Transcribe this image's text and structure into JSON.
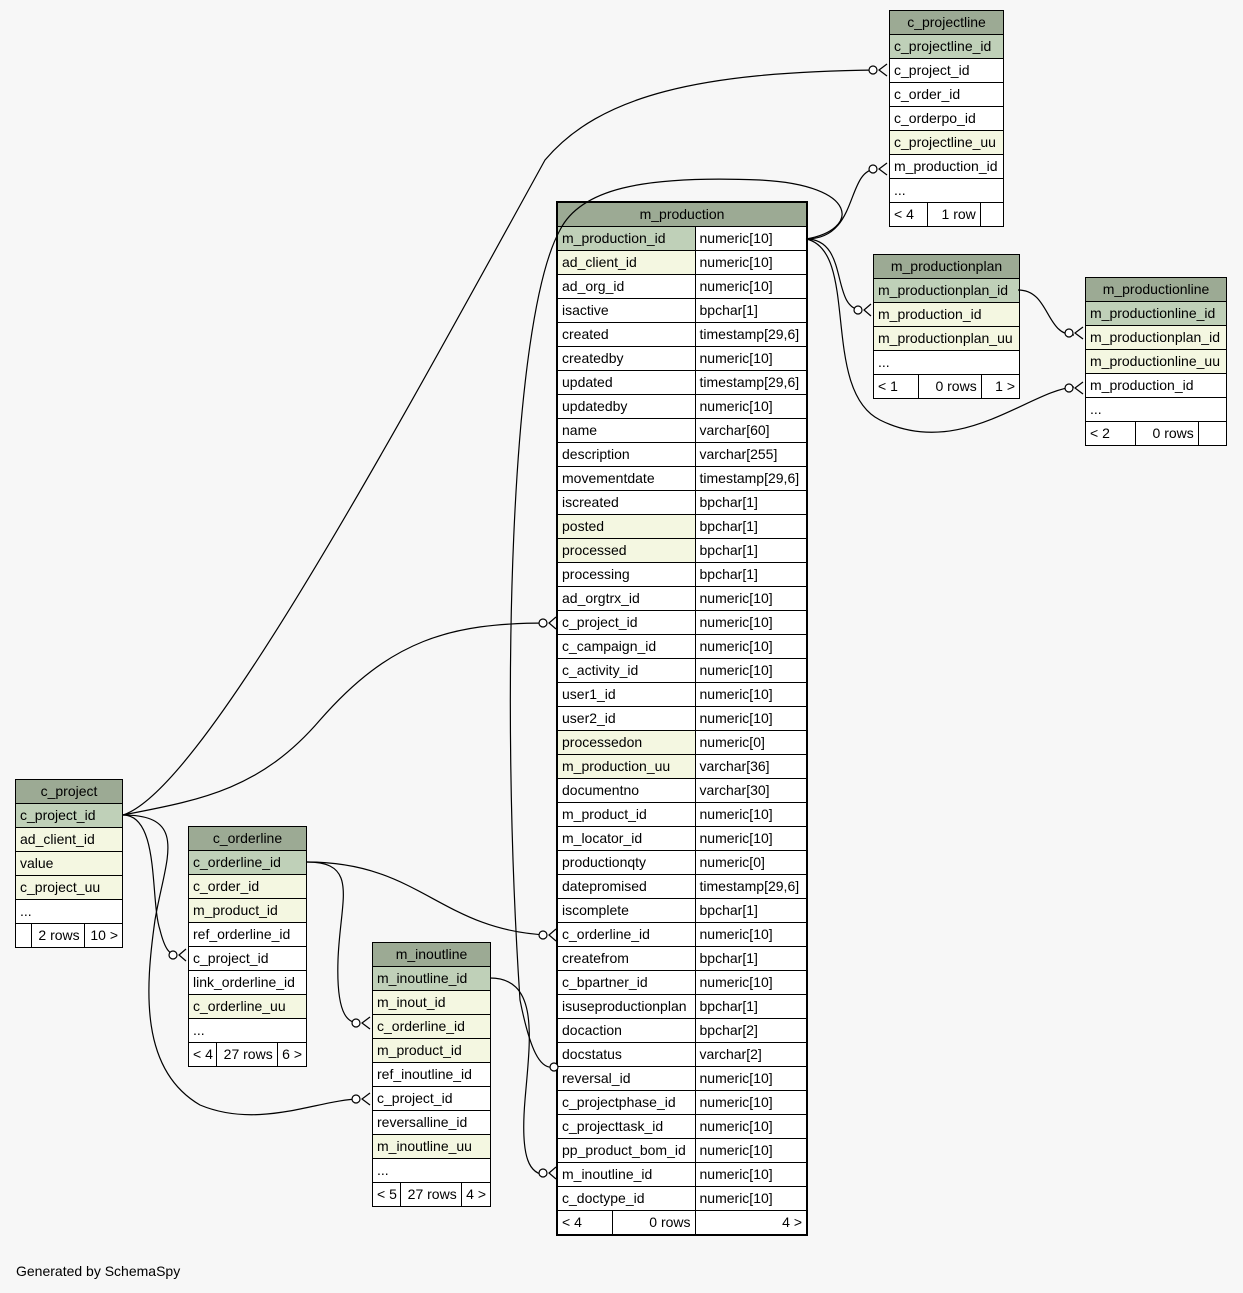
{
  "footer": "Generated by SchemaSpy",
  "tables": {
    "c_projectline": {
      "title": "c_projectline",
      "rows": [
        {
          "name": "c_projectline_id",
          "kind": "pk"
        },
        {
          "name": "c_project_id",
          "kind": "plain"
        },
        {
          "name": "c_order_id",
          "kind": "plain"
        },
        {
          "name": "c_orderpo_id",
          "kind": "plain"
        },
        {
          "name": "c_projectline_uu",
          "kind": "idx"
        },
        {
          "name": "m_production_id",
          "kind": "plain"
        },
        {
          "name": "...",
          "kind": "plain"
        }
      ],
      "footer": [
        "< 4",
        "1 row",
        ""
      ]
    },
    "m_production": {
      "title": "m_production",
      "rows": [
        {
          "name": "m_production_id",
          "type": "numeric[10]",
          "kind": "pk"
        },
        {
          "name": "ad_client_id",
          "type": "numeric[10]",
          "kind": "idx"
        },
        {
          "name": "ad_org_id",
          "type": "numeric[10]",
          "kind": "plain"
        },
        {
          "name": "isactive",
          "type": "bpchar[1]",
          "kind": "plain"
        },
        {
          "name": "created",
          "type": "timestamp[29,6]",
          "kind": "plain"
        },
        {
          "name": "createdby",
          "type": "numeric[10]",
          "kind": "plain"
        },
        {
          "name": "updated",
          "type": "timestamp[29,6]",
          "kind": "plain"
        },
        {
          "name": "updatedby",
          "type": "numeric[10]",
          "kind": "plain"
        },
        {
          "name": "name",
          "type": "varchar[60]",
          "kind": "plain"
        },
        {
          "name": "description",
          "type": "varchar[255]",
          "kind": "plain"
        },
        {
          "name": "movementdate",
          "type": "timestamp[29,6]",
          "kind": "plain"
        },
        {
          "name": "iscreated",
          "type": "bpchar[1]",
          "kind": "plain"
        },
        {
          "name": "posted",
          "type": "bpchar[1]",
          "kind": "idx"
        },
        {
          "name": "processed",
          "type": "bpchar[1]",
          "kind": "idx"
        },
        {
          "name": "processing",
          "type": "bpchar[1]",
          "kind": "plain"
        },
        {
          "name": "ad_orgtrx_id",
          "type": "numeric[10]",
          "kind": "plain"
        },
        {
          "name": "c_project_id",
          "type": "numeric[10]",
          "kind": "plain"
        },
        {
          "name": "c_campaign_id",
          "type": "numeric[10]",
          "kind": "plain"
        },
        {
          "name": "c_activity_id",
          "type": "numeric[10]",
          "kind": "plain"
        },
        {
          "name": "user1_id",
          "type": "numeric[10]",
          "kind": "plain"
        },
        {
          "name": "user2_id",
          "type": "numeric[10]",
          "kind": "plain"
        },
        {
          "name": "processedon",
          "type": "numeric[0]",
          "kind": "idx"
        },
        {
          "name": "m_production_uu",
          "type": "varchar[36]",
          "kind": "idx"
        },
        {
          "name": "documentno",
          "type": "varchar[30]",
          "kind": "plain"
        },
        {
          "name": "m_product_id",
          "type": "numeric[10]",
          "kind": "plain"
        },
        {
          "name": "m_locator_id",
          "type": "numeric[10]",
          "kind": "plain"
        },
        {
          "name": "productionqty",
          "type": "numeric[0]",
          "kind": "plain"
        },
        {
          "name": "datepromised",
          "type": "timestamp[29,6]",
          "kind": "plain"
        },
        {
          "name": "iscomplete",
          "type": "bpchar[1]",
          "kind": "plain"
        },
        {
          "name": "c_orderline_id",
          "type": "numeric[10]",
          "kind": "plain"
        },
        {
          "name": "createfrom",
          "type": "bpchar[1]",
          "kind": "plain"
        },
        {
          "name": "c_bpartner_id",
          "type": "numeric[10]",
          "kind": "plain"
        },
        {
          "name": "isuseproductionplan",
          "type": "bpchar[1]",
          "kind": "plain"
        },
        {
          "name": "docaction",
          "type": "bpchar[2]",
          "kind": "plain"
        },
        {
          "name": "docstatus",
          "type": "varchar[2]",
          "kind": "plain"
        },
        {
          "name": "reversal_id",
          "type": "numeric[10]",
          "kind": "plain"
        },
        {
          "name": "c_projectphase_id",
          "type": "numeric[10]",
          "kind": "plain"
        },
        {
          "name": "c_projecttask_id",
          "type": "numeric[10]",
          "kind": "plain"
        },
        {
          "name": "pp_product_bom_id",
          "type": "numeric[10]",
          "kind": "plain"
        },
        {
          "name": "m_inoutline_id",
          "type": "numeric[10]",
          "kind": "plain"
        },
        {
          "name": "c_doctype_id",
          "type": "numeric[10]",
          "kind": "plain"
        }
      ],
      "footer": [
        "< 4",
        "0 rows",
        "4 >"
      ]
    },
    "m_productionplan": {
      "title": "m_productionplan",
      "rows": [
        {
          "name": "m_productionplan_id",
          "kind": "pk"
        },
        {
          "name": "m_production_id",
          "kind": "idx"
        },
        {
          "name": "m_productionplan_uu",
          "kind": "idx"
        },
        {
          "name": "...",
          "kind": "plain"
        }
      ],
      "footer": [
        "< 1",
        "0 rows",
        "1 >"
      ]
    },
    "m_productionline": {
      "title": "m_productionline",
      "rows": [
        {
          "name": "m_productionline_id",
          "kind": "pk"
        },
        {
          "name": "m_productionplan_id",
          "kind": "idx"
        },
        {
          "name": "m_productionline_uu",
          "kind": "idx"
        },
        {
          "name": "m_production_id",
          "kind": "plain"
        },
        {
          "name": "...",
          "kind": "plain"
        }
      ],
      "footer": [
        "< 2",
        "0 rows",
        ""
      ]
    },
    "c_project": {
      "title": "c_project",
      "rows": [
        {
          "name": "c_project_id",
          "kind": "pk"
        },
        {
          "name": "ad_client_id",
          "kind": "idx"
        },
        {
          "name": "value",
          "kind": "idx"
        },
        {
          "name": "c_project_uu",
          "kind": "idx"
        },
        {
          "name": "...",
          "kind": "plain"
        }
      ],
      "footer": [
        "",
        "2 rows",
        "10 >"
      ]
    },
    "c_orderline": {
      "title": "c_orderline",
      "rows": [
        {
          "name": "c_orderline_id",
          "kind": "pk"
        },
        {
          "name": "c_order_id",
          "kind": "idx"
        },
        {
          "name": "m_product_id",
          "kind": "idx"
        },
        {
          "name": "ref_orderline_id",
          "kind": "plain"
        },
        {
          "name": "c_project_id",
          "kind": "plain"
        },
        {
          "name": "link_orderline_id",
          "kind": "plain"
        },
        {
          "name": "c_orderline_uu",
          "kind": "idx"
        },
        {
          "name": "...",
          "kind": "plain"
        }
      ],
      "footer": [
        "< 4",
        "27 rows",
        "6 >"
      ]
    },
    "m_inoutline": {
      "title": "m_inoutline",
      "rows": [
        {
          "name": "m_inoutline_id",
          "kind": "pk"
        },
        {
          "name": "m_inout_id",
          "kind": "idx"
        },
        {
          "name": "c_orderline_id",
          "kind": "idx"
        },
        {
          "name": "m_product_id",
          "kind": "idx"
        },
        {
          "name": "ref_inoutline_id",
          "kind": "plain"
        },
        {
          "name": "c_project_id",
          "kind": "plain"
        },
        {
          "name": "reversalline_id",
          "kind": "plain"
        },
        {
          "name": "m_inoutline_uu",
          "kind": "idx"
        },
        {
          "name": "...",
          "kind": "plain"
        }
      ],
      "footer": [
        "< 5",
        "27 rows",
        "4 >"
      ]
    }
  }
}
